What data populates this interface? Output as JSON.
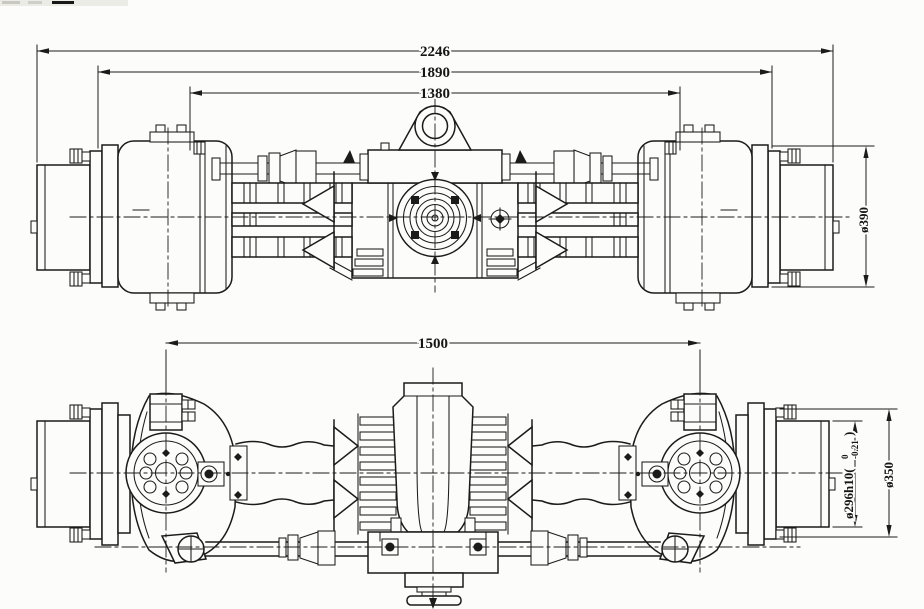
{
  "drawing": {
    "type": "axle-two-view-engineering-drawing",
    "colors": {
      "line": "#1b1b19",
      "background": "#fcfcfa"
    },
    "dimensions": {
      "top_view": {
        "overall_width": "2246",
        "flange_span": "1890",
        "inner_span": "1380",
        "drum_diameter": "ø390"
      },
      "bottom_view": {
        "kingpin_span": "1500",
        "hub_fit_main": "ø296h10(",
        "hub_fit_tol_upper": "0",
        "hub_fit_tol_lower": "-0.21",
        "hub_fit_close": ")",
        "drum_flange_diameter": "ø350"
      }
    }
  }
}
